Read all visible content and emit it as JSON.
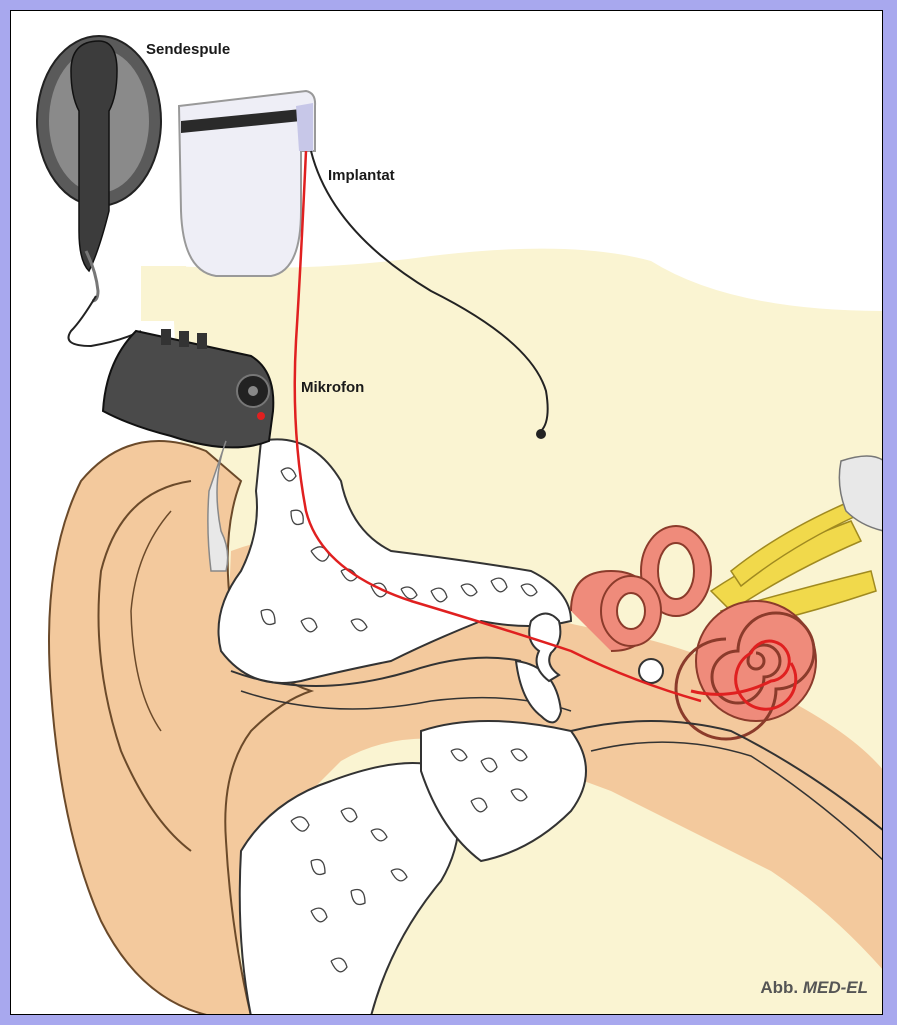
{
  "labels": {
    "sendespule": "Sendespule",
    "implantat": "Implantat",
    "mikrofon": "Mikrofon"
  },
  "credit": {
    "prefix": "Abb.",
    "name": "MED-EL"
  },
  "colors": {
    "outer_frame": "#a8a8ee",
    "skin": "#f3c99d",
    "background_tissue": "#faf4d2",
    "cochlea": "#ef8b7b",
    "nerve": "#f1d94b",
    "electrode_lead": "#e02020",
    "device": "#4a4a4a"
  }
}
